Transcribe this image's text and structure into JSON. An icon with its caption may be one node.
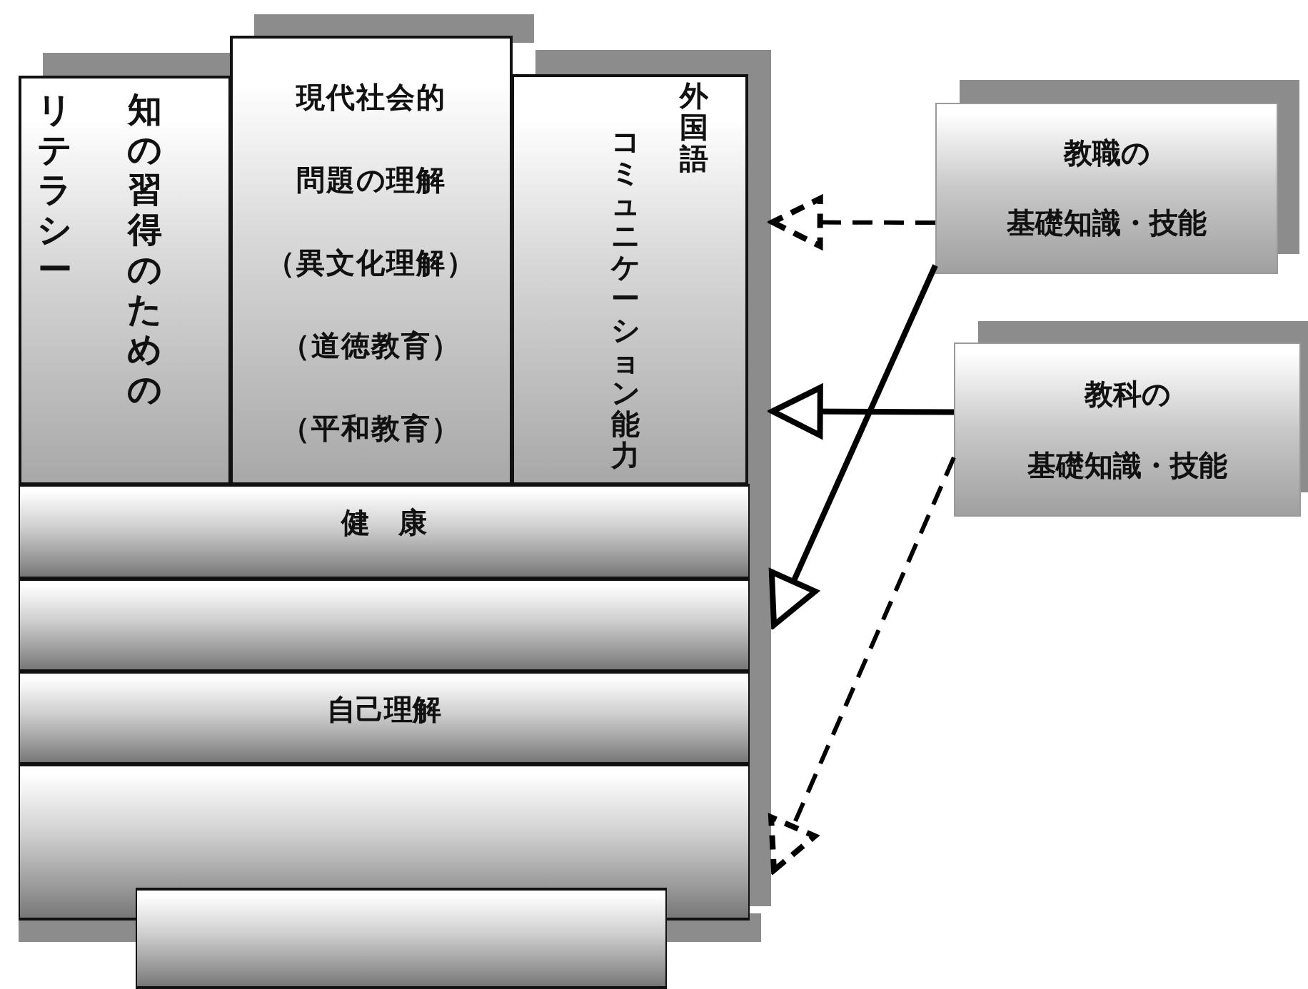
{
  "diagram": {
    "nodes": [
      {
        "text": [
          "知の習得のためのリテラシー"
        ]
      },
      {
        "text": [
          "現代社会的問題の理解",
          "（異文化理解）",
          "（道徳教育）",
          "（平和教育）"
        ]
      },
      {
        "text": [
          "外国語",
          "コミュニケーション能力"
        ]
      },
      {
        "text": [
          "健　康"
        ]
      },
      {
        "text": [],
        "shape": "bar"
      },
      {
        "text": [
          "自己理解"
        ]
      },
      {
        "text": [],
        "shape": "bar"
      },
      {
        "text": [],
        "shape": "bar"
      },
      {
        "text": [
          "教職の",
          "基礎知識・技能"
        ]
      },
      {
        "text": [
          "教科の",
          "基礎知識・技能"
        ]
      }
    ],
    "edges": [
      {
        "from": 8,
        "to": 2,
        "arrow": "to",
        "style": "dashed"
      },
      {
        "from": 8,
        "to": 4,
        "arrow": "to"
      },
      {
        "from": 9,
        "to": 2,
        "arrow": "to"
      },
      {
        "from": 9,
        "to": 6,
        "arrow": "to",
        "style": "dashed"
      }
    ]
  }
}
